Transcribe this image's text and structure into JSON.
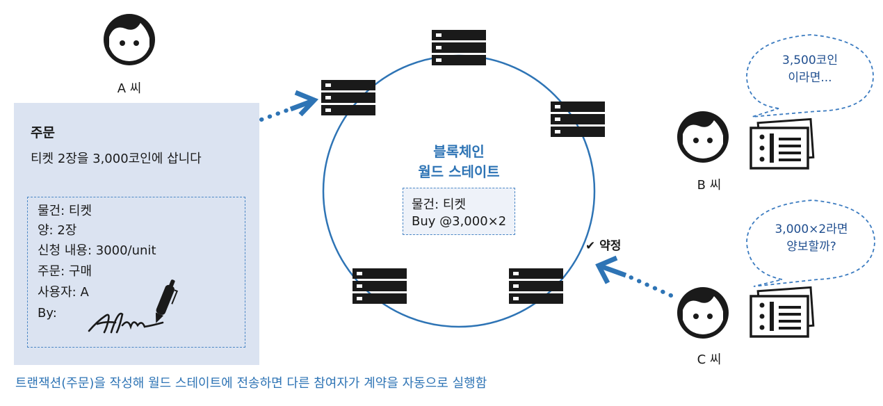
{
  "order": {
    "title": "주문",
    "description": "티켓 2장을 3,000코인에 삽니다",
    "details": [
      "물건: 티켓",
      "양: 2장",
      "신청 내용: 3000/unit",
      "주문: 구매",
      "사용자: A",
      "By:"
    ]
  },
  "blockchain": {
    "title_line1": "블록체인",
    "title_line2": "월드 스테이트",
    "state_lines": [
      "물건: 티켓",
      "Buy @3,000×2"
    ]
  },
  "agreement": "✔ 약정",
  "persons": {
    "a": "A 씨",
    "b": "B 씨",
    "c": "C 씨"
  },
  "bubbles": {
    "b": [
      "3,500코인",
      "이라면..."
    ],
    "c": [
      "3,000×2라면",
      "양보할까?"
    ]
  },
  "caption": "트랜잭션(주문)을 작성해 월드 스테이트에 전송하면 다른 참여자가 계약을 자동으로 실행함",
  "colors": {
    "accent_blue": "#2e74b5",
    "panel_bg": "#dbe3f1",
    "server_black": "#1a1a1a"
  },
  "icons": [
    "person-icon",
    "server-icon",
    "ticket-icon",
    "pen-icon",
    "signature-icon",
    "arrow-icon"
  ]
}
